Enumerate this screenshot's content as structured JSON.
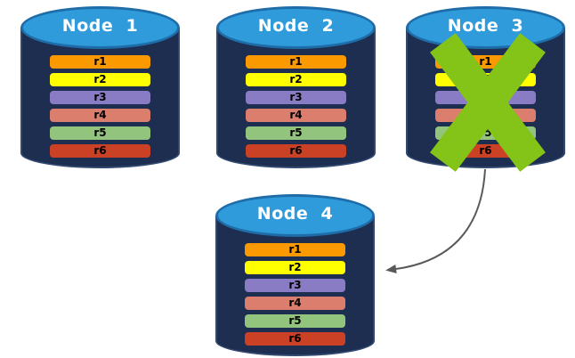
{
  "diagram": {
    "description": "Replicated database cluster: four nodes each holding replicas r1-r6; Node 3 has failed (green X) and its data is replicated to Node 4 (gray curved arrow).",
    "theme": {
      "cylinder_body": "#1E2E50",
      "cylinder_body_edge": "#31486F",
      "cylinder_top": "#2F9BDA",
      "cylinder_top_border": "#1E6CA8",
      "title_text": "#FFFFFF",
      "row_text": "#000000",
      "fail_x": "#84C318",
      "arrow": "#595959",
      "background": "#FFFFFF"
    }
  },
  "nodes": [
    {
      "label": "Node  1",
      "failed": false,
      "rows": [
        {
          "label": "r1",
          "color": "#FB9900"
        },
        {
          "label": "r2",
          "color": "#FFFF00"
        },
        {
          "label": "r3",
          "color": "#8A7CC4"
        },
        {
          "label": "r4",
          "color": "#DB7E6D"
        },
        {
          "label": "r5",
          "color": "#93C47D"
        },
        {
          "label": "r6",
          "color": "#CB4125"
        }
      ]
    },
    {
      "label": "Node  2",
      "failed": false,
      "rows": [
        {
          "label": "r1",
          "color": "#FB9900"
        },
        {
          "label": "r2",
          "color": "#FFFF00"
        },
        {
          "label": "r3",
          "color": "#8A7CC4"
        },
        {
          "label": "r4",
          "color": "#DB7E6D"
        },
        {
          "label": "r5",
          "color": "#93C47D"
        },
        {
          "label": "r6",
          "color": "#CB4125"
        }
      ]
    },
    {
      "label": "Node  3",
      "failed": true,
      "rows": [
        {
          "label": "r1",
          "color": "#FB9900"
        },
        {
          "label": "r2",
          "color": "#FFFF00"
        },
        {
          "label": "r3",
          "color": "#8A7CC4"
        },
        {
          "label": "r4",
          "color": "#DB7E6D"
        },
        {
          "label": "r5",
          "color": "#93C47D"
        },
        {
          "label": "r6",
          "color": "#CB4125"
        }
      ]
    },
    {
      "label": "Node  4",
      "failed": false,
      "rows": [
        {
          "label": "r1",
          "color": "#FB9900"
        },
        {
          "label": "r2",
          "color": "#FFFF00"
        },
        {
          "label": "r3",
          "color": "#8A7CC4"
        },
        {
          "label": "r4",
          "color": "#DB7E6D"
        },
        {
          "label": "r5",
          "color": "#93C47D"
        },
        {
          "label": "r6",
          "color": "#CB4125"
        }
      ]
    }
  ],
  "arrow": {
    "from": "Node 3",
    "to": "Node 4",
    "color": "#595959"
  }
}
